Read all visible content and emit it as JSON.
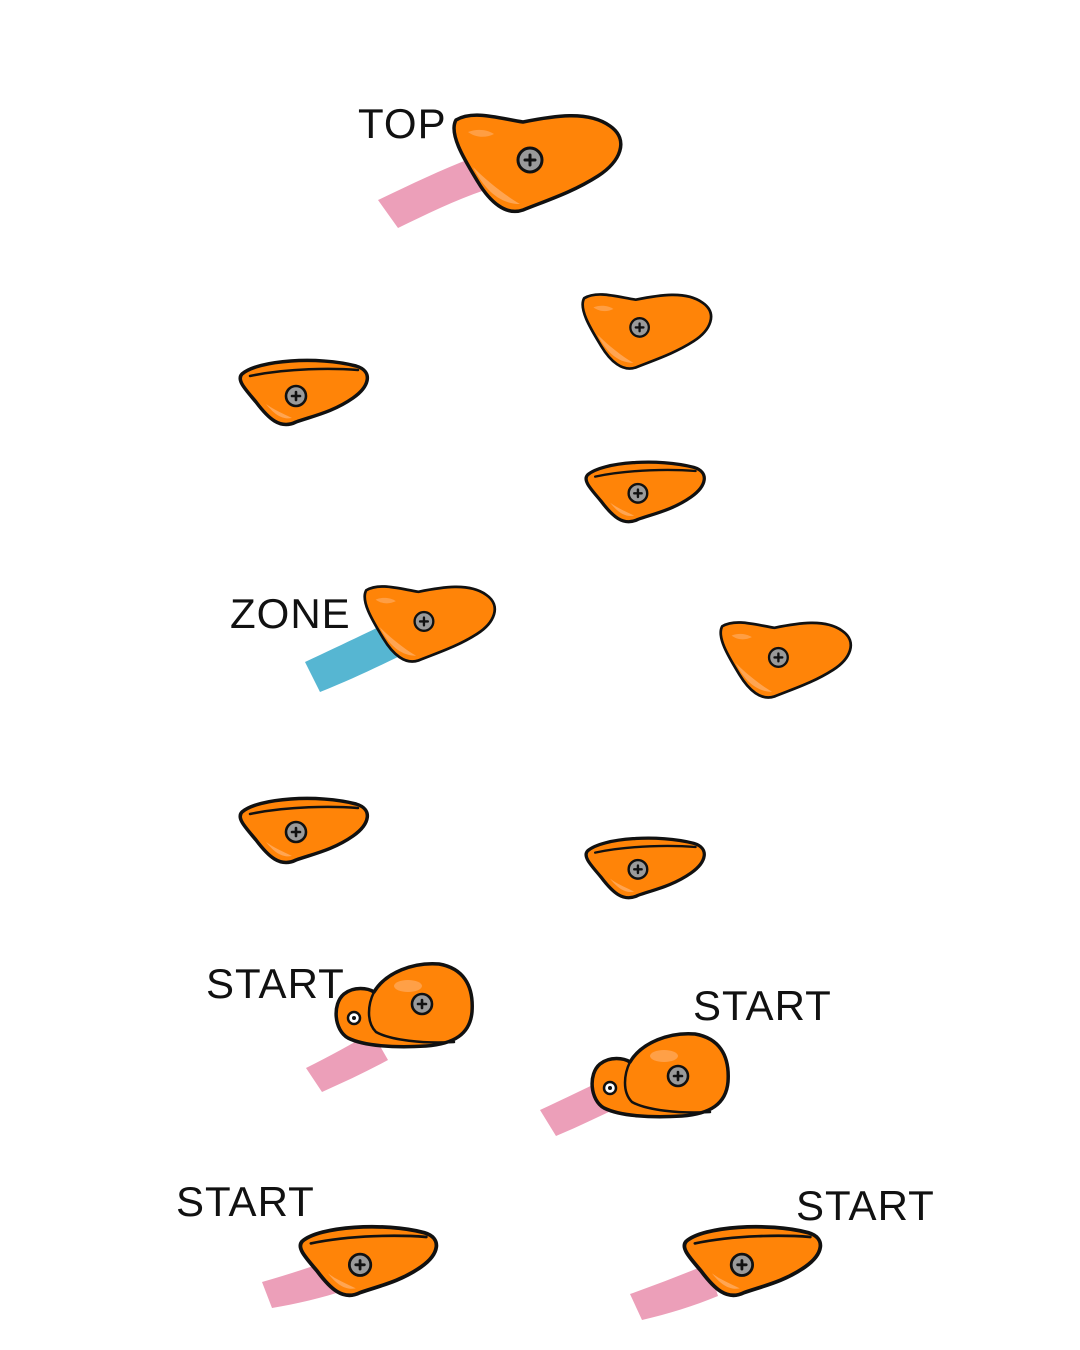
{
  "labels": {
    "top": "TOP",
    "zone": "ZONE",
    "start_1": "START",
    "start_2": "START",
    "start_3": "START",
    "start_4": "START"
  },
  "colors": {
    "hold": "#ff8408",
    "hold_highlight": "#ffa552",
    "tape_pink": "#ec9fb9",
    "tape_blue": "#56b6d2",
    "outline": "#111111",
    "bolt_fill": "#9a9a9a"
  },
  "holds": [
    {
      "id": "top-hold",
      "shape": "slab",
      "tape": "pink",
      "marked": "top"
    },
    {
      "id": "hold-r1",
      "shape": "slab",
      "tape": "none"
    },
    {
      "id": "hold-l1",
      "shape": "crimp",
      "tape": "none"
    },
    {
      "id": "hold-r2",
      "shape": "crimp",
      "tape": "none"
    },
    {
      "id": "zone-hold",
      "shape": "slab",
      "tape": "blue",
      "marked": "zone"
    },
    {
      "id": "hold-r3",
      "shape": "slab",
      "tape": "none"
    },
    {
      "id": "hold-l2",
      "shape": "crimp",
      "tape": "none"
    },
    {
      "id": "hold-r4",
      "shape": "crimp",
      "tape": "none"
    },
    {
      "id": "start-hold-1",
      "shape": "jug",
      "tape": "pink",
      "marked": "start"
    },
    {
      "id": "start-hold-2",
      "shape": "jug",
      "tape": "pink",
      "marked": "start"
    },
    {
      "id": "start-hold-3",
      "shape": "crimp",
      "tape": "pink",
      "marked": "start"
    },
    {
      "id": "start-hold-4",
      "shape": "crimp",
      "tape": "pink",
      "marked": "start"
    }
  ]
}
